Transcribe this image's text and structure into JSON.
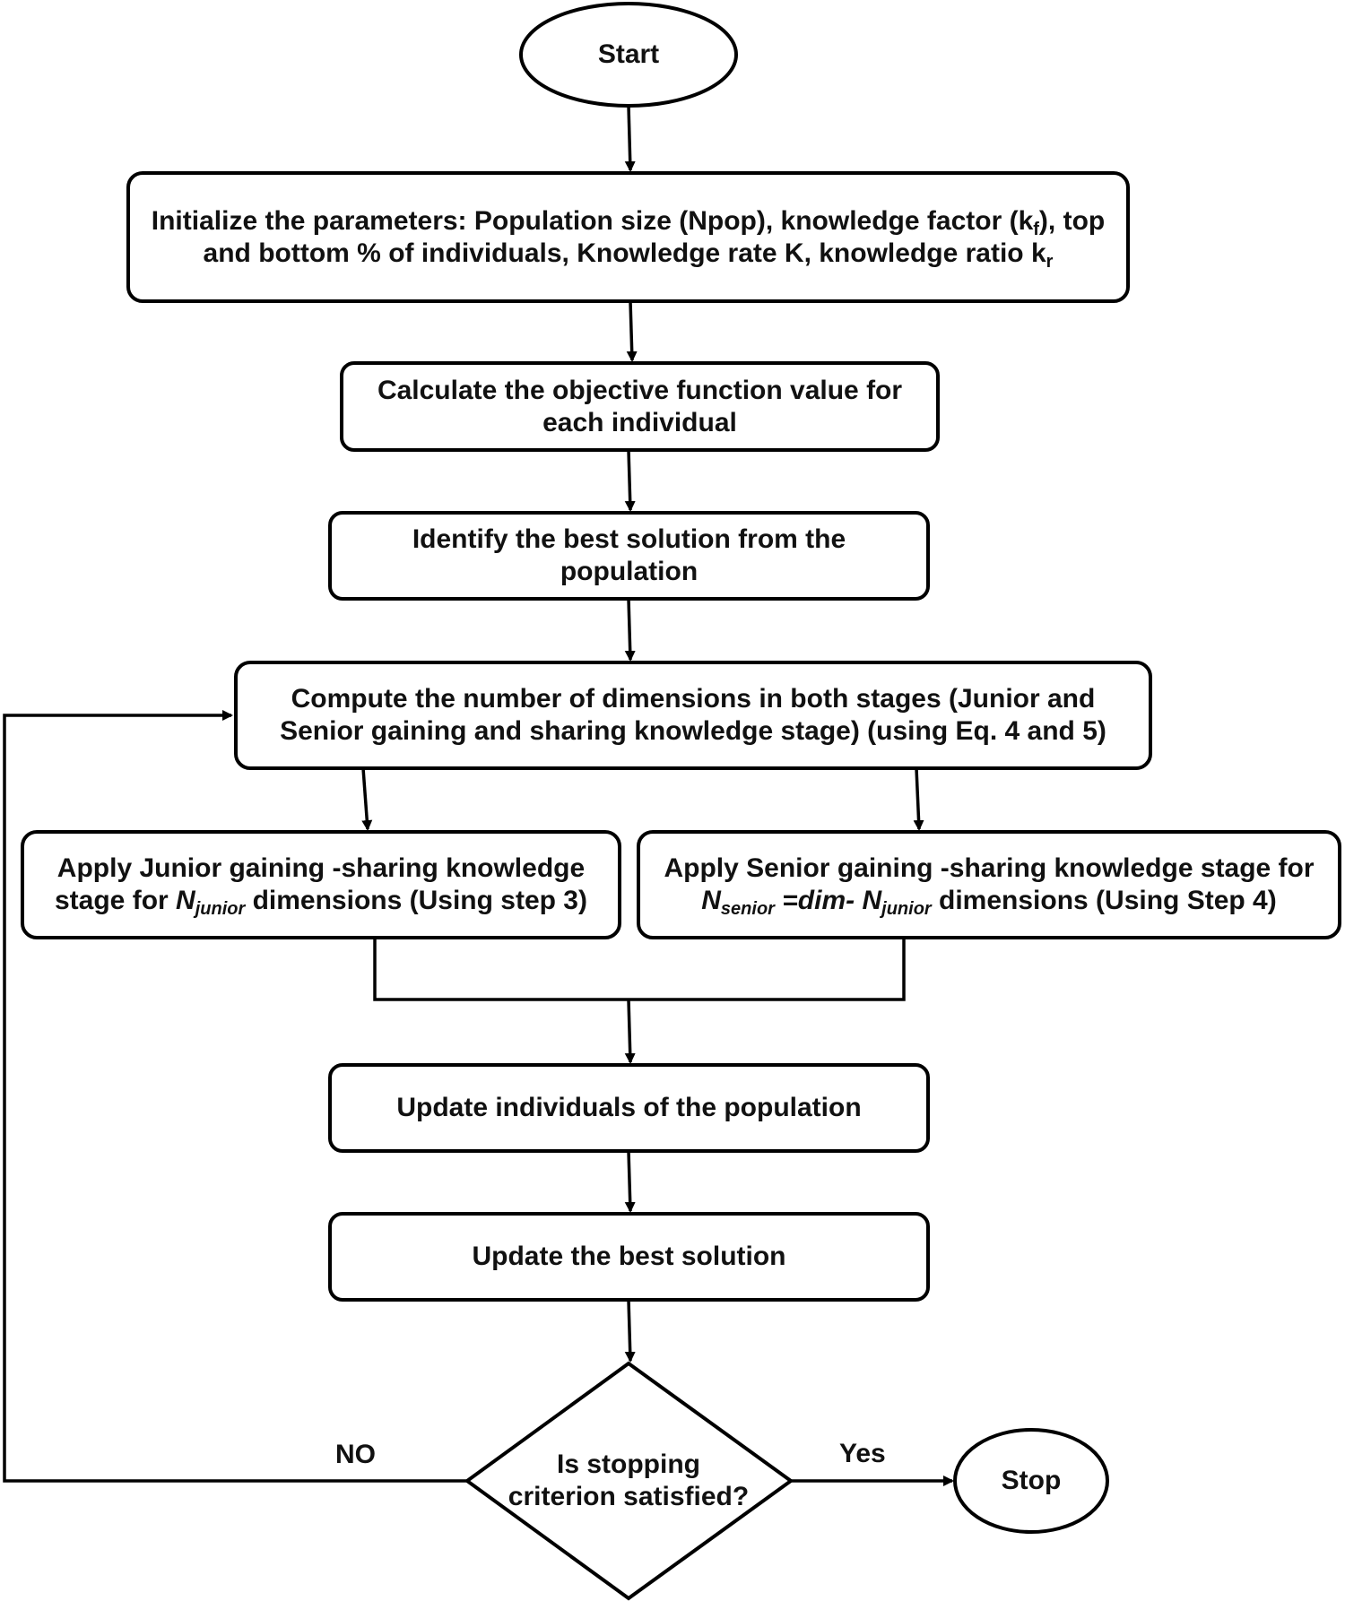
{
  "flowchart": {
    "start": "Start",
    "init": {
      "line1_a": "Initialize the parameters: Population size (Npop), knowledge factor (k",
      "line1_sub": "f",
      "line1_b": "), top",
      "line2_a": "and bottom % of individuals, Knowledge rate K, knowledge ratio k",
      "line2_sub": "r"
    },
    "calculate": {
      "line1": "Calculate the objective function value for",
      "line2": "each individual"
    },
    "identify": {
      "line1": "Identify the best solution from the",
      "line2": "population"
    },
    "compute": {
      "line1": "Compute the number of dimensions in both stages (Junior and",
      "line2": "Senior gaining and sharing knowledge stage) (using Eq. 4 and 5)"
    },
    "junior": {
      "line1": "Apply Junior gaining -sharing knowledge",
      "line2_a": "stage for ",
      "line2_n": "N",
      "line2_sub": "junior",
      "line2_b": " dimensions (Using step 3)"
    },
    "senior": {
      "line1": "Apply Senior gaining -sharing knowledge stage for",
      "line2_n1": "N",
      "line2_sub1": "senior",
      "line2_mid": " =dim- ",
      "line2_n2": "N",
      "line2_sub2": "junior",
      "line2_b": "  dimensions (Using Step 4)"
    },
    "update_individuals": "Update individuals of the population",
    "update_best": "Update the best solution",
    "decision": {
      "line1": "Is stopping",
      "line2": "criterion satisfied?"
    },
    "stop": "Stop",
    "no_label": "NO",
    "yes_label": "Yes"
  }
}
